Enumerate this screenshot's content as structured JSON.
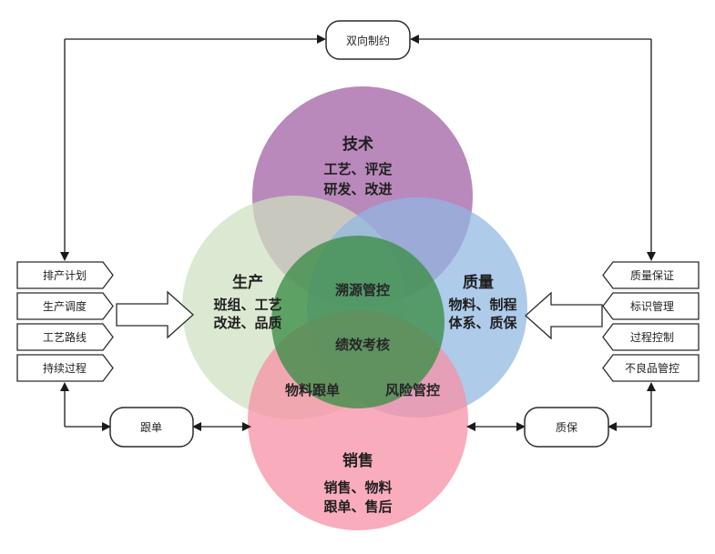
{
  "top_label": "双向制约",
  "circles": {
    "tech": {
      "title": "技术",
      "line1": "工艺、评定",
      "line2": "研发、改进",
      "color": "#a568a8"
    },
    "prod": {
      "title": "生产",
      "line1": "班组、工艺",
      "line2": "改进、品质",
      "color": "#cfe0c1"
    },
    "qual": {
      "title": "质量",
      "line1": "物料、制程",
      "line2": "体系、质保",
      "color": "#8fb7e2"
    },
    "sales": {
      "title": "销售",
      "line1": "销售、物料",
      "line2": "跟单、售后",
      "color": "#f790a4"
    },
    "center": {
      "color": "#3f8f4a"
    }
  },
  "inner": {
    "trace": "溯源管控",
    "perf": "绩效考核",
    "follow": "物料跟单",
    "risk": "风险管控"
  },
  "left_boxes": [
    "排产计划",
    "生产调度",
    "工艺路线",
    "持续过程"
  ],
  "right_boxes": [
    "质量保证",
    "标识管理",
    "过程控制",
    "不良品管控"
  ],
  "bottom_left_label": "跟单",
  "bottom_right_label": "质保"
}
